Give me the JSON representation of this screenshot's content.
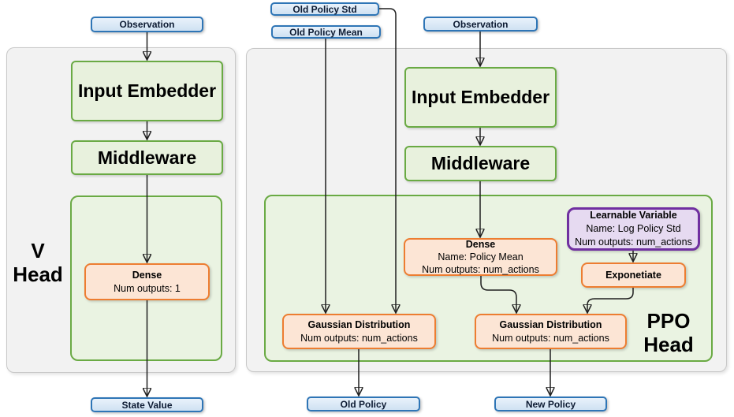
{
  "colors": {
    "blue_border": "#2e75b6",
    "blue_fill_top": "#e9f2fb",
    "blue_fill_bottom": "#cfe1f2",
    "green_border": "#6aaa44",
    "green_fill": "#e8f1dd",
    "panel_green_fill": "#eaf3e2",
    "panel_fill": "#f2f2f2",
    "panel_border": "#c8c8c8",
    "orange_border": "#ed7d31",
    "orange_fill": "#fce5d5",
    "purple_border": "#7030a0",
    "purple_fill": "#e6daf1",
    "arrow": "#1f1f1f",
    "text": "#000000",
    "blue_text": "#0d1b33"
  },
  "v_head": {
    "label_line1": "V",
    "label_line2": "Head",
    "observation": "Observation",
    "input_embedder": "Input Embedder",
    "middleware": "Middleware",
    "dense_title": "Dense",
    "dense_line2": "Num outputs: 1",
    "state_value": "State Value"
  },
  "ppo_head": {
    "label_line1": "PPO",
    "label_line2": "Head",
    "old_policy_std": "Old Policy Std",
    "old_policy_mean": "Old Policy Mean",
    "observation": "Observation",
    "input_embedder": "Input Embedder",
    "middleware": "Middleware",
    "dense_title": "Dense",
    "dense_line2": "Name: Policy Mean",
    "dense_line3": "Num outputs: num_actions",
    "learnable_title": "Learnable Variable",
    "learnable_line2": "Name: Log Policy Std",
    "learnable_line3": "Num outputs: num_actions",
    "exponetiate": "Exponetiate",
    "gaussian_old_title": "Gaussian Distribution",
    "gaussian_old_line2": "Num outputs: num_actions",
    "gaussian_new_title": "Gaussian Distribution",
    "gaussian_new_line2": "Num outputs: num_actions",
    "old_policy": "Old Policy",
    "new_policy": "New Policy"
  }
}
